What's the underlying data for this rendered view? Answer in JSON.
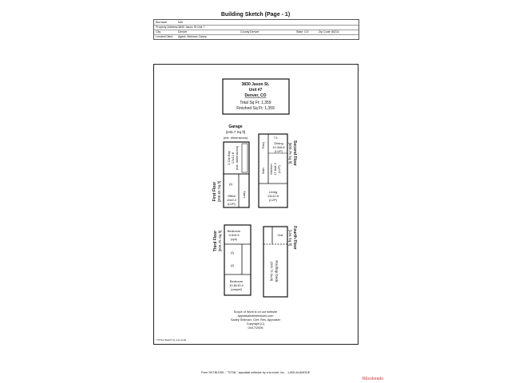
{
  "title": "Building Sketch (Page - 1)",
  "header": {
    "borrower_label": "Borrower",
    "borrower_value": "N/A",
    "address_label": "Property Address",
    "address_value": "3830 Jason St Unit 7",
    "city_label": "City",
    "city_value": "Denver",
    "county_label": "County",
    "county_value": "Denver",
    "state_label": "State",
    "state_value": "CO",
    "zip_label": "Zip Code",
    "zip_value": "80211",
    "lender_label": "Lender/Client",
    "lender_value": "Agent: Mckinze Casey"
  },
  "info_box": {
    "line1": "3830 Jason St.",
    "line2": "Unit #7",
    "line3": "Denver, CO",
    "total": "Total Sq Ft: 1,359",
    "finished": "Finished Sq Ft: 1,359"
  },
  "garage": {
    "title": "Garage",
    "area": "[245.7 Sq ft]",
    "note": "(ext. dimensions)",
    "room_name": "1 Car Bay",
    "room_dims": "17x12.8",
    "room_note": "(ext. dimensions)"
  },
  "first_floor": {
    "title": "First Floor",
    "area": "[205.55 Sq ft]",
    "office_name": "Office",
    "office_dims": "10x9.2",
    "office_floor": "(LVP)",
    "stairs": "(t)",
    "small_label": "Lndry"
  },
  "second_floor": {
    "title": "Second Floor",
    "area": "[509.75 Sq ft]",
    "dining_name": "Dining",
    "dining_dims": "10.3x6.6",
    "dining_floor": "(LVP)",
    "dim_small": "7.5",
    "kitchen_name": "Kitchen",
    "kitchen_dims": "17.8x8.3",
    "kitchen_floor": "(LVP)",
    "living_name": "Living",
    "living_dims": "13x12.5",
    "living_floor": "(LVP)",
    "pantry": "Pntry",
    "bath": "Bath"
  },
  "third_floor": {
    "title": "Third Floor",
    "area": "[509.75 Sq ft]",
    "bed1_name": "Bedroom",
    "bed1_dims": "9.5x9.5",
    "bed1_floor": "(cpt)",
    "bed2_name": "Bedroom",
    "bed2_dims": "10.8x10.4",
    "bed2_floor": "(carpet)",
    "bath": "(t)",
    "bath2": "(t)"
  },
  "fourth_floor": {
    "title": "Fourth Floor",
    "area": "[134 Sq ft]",
    "closet": "Clst",
    "deck_name": "Rooftop Deck",
    "deck_area": "[300.75 Sq ft]"
  },
  "scope": {
    "line1": "Scope of Work is on our website",
    "line2": "appraisalsdimensions.com",
    "line3": "Sadey Shitman, Cert. Res. Appraiser",
    "line4": "Copyright (C)",
    "line5": "04/17/2006"
  },
  "small_note": "TOTAL Sketch by a la mode",
  "footer": "Form SKT.BLDSK - \"TOTAL\" appraisal software by a la mode, inc. - 1-800-ALAMODE",
  "brand": "REcolorado"
}
